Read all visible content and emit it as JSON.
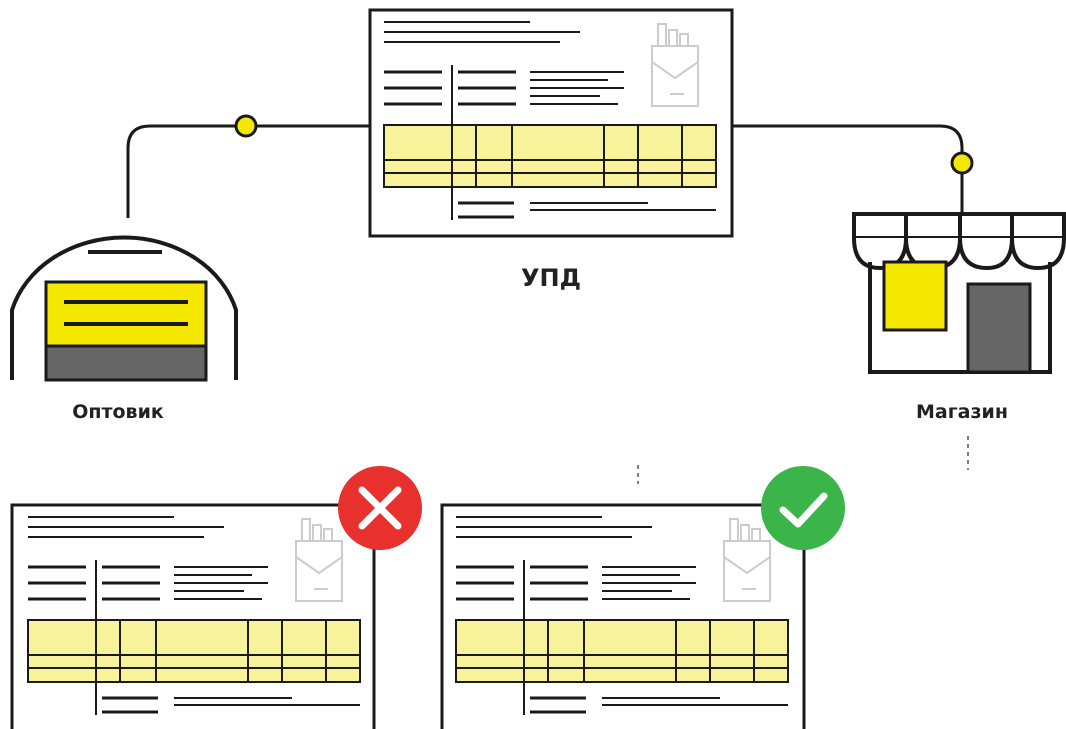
{
  "labels": {
    "wholesaler": "Оптовик",
    "shop": "Магазин",
    "document": "УПД"
  },
  "colors": {
    "line": "#1a1a1a",
    "yellow": "#f5e800",
    "pale_yellow": "#f8f29a",
    "dark_gray": "#666666",
    "light_gray": "#cccccc",
    "error_red": "#e8302c",
    "ok_green": "#3bb54a"
  },
  "status_icons": {
    "left": "close-icon",
    "right": "check-icon"
  }
}
